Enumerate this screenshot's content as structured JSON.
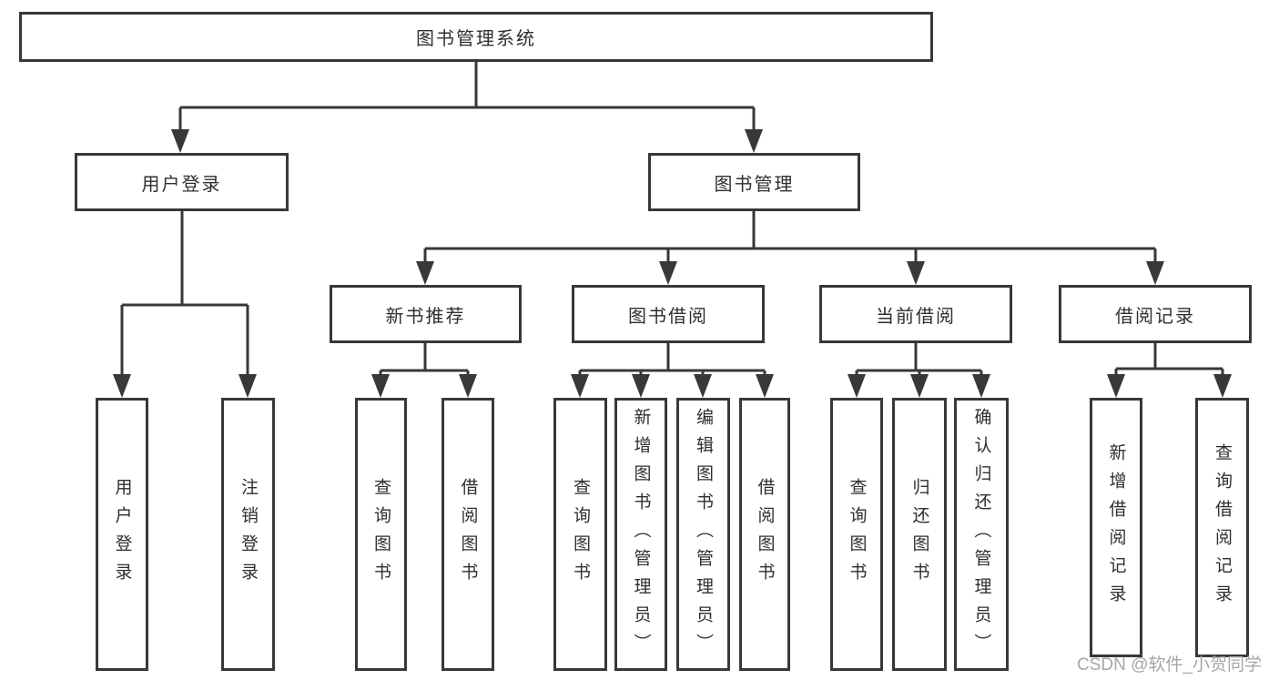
{
  "diagram_title": "图书管理系统",
  "nodes": {
    "root": {
      "label": "图书管理系统"
    },
    "userLogin": {
      "label": "用户登录"
    },
    "bookMgmt": {
      "label": "图书管理"
    },
    "newBookRec": {
      "label": "新书推荐"
    },
    "bookBorrow": {
      "label": "图书借阅"
    },
    "currentBorrow": {
      "label": "当前借阅"
    },
    "borrowRecord": {
      "label": "借阅记录"
    },
    "leafUserLogin": {
      "label": "用户登录"
    },
    "leafLogout": {
      "label": "注销登录"
    },
    "leafQueryBookRec": {
      "label": "查询图书"
    },
    "leafBorrowBookRec": {
      "label": "借阅图书"
    },
    "leafQueryBookBorrow": {
      "label": "查询图书"
    },
    "leafAddBook": {
      "label": "新增图书（管理员）"
    },
    "leafEditBook": {
      "label": "编辑图书（管理员）"
    },
    "leafBorrowBook": {
      "label": "借阅图书"
    },
    "leafQueryBookCurrent": {
      "label": "查询图书"
    },
    "leafReturnBook": {
      "label": "归还图书"
    },
    "leafConfirmReturn": {
      "label": "确认归还（管理员）"
    },
    "leafAddBorrowRecord": {
      "label": "新增借阅记录"
    },
    "leafQueryBorrowRecord": {
      "label": "查询借阅记录"
    }
  },
  "watermark": {
    "text": "CSDN @软件_小贺同学"
  },
  "colors": {
    "line": "#383838",
    "box_border": "#383838",
    "text": "#2f2f2f",
    "watermark": "#a6a6a6",
    "background": "#ffffff"
  }
}
